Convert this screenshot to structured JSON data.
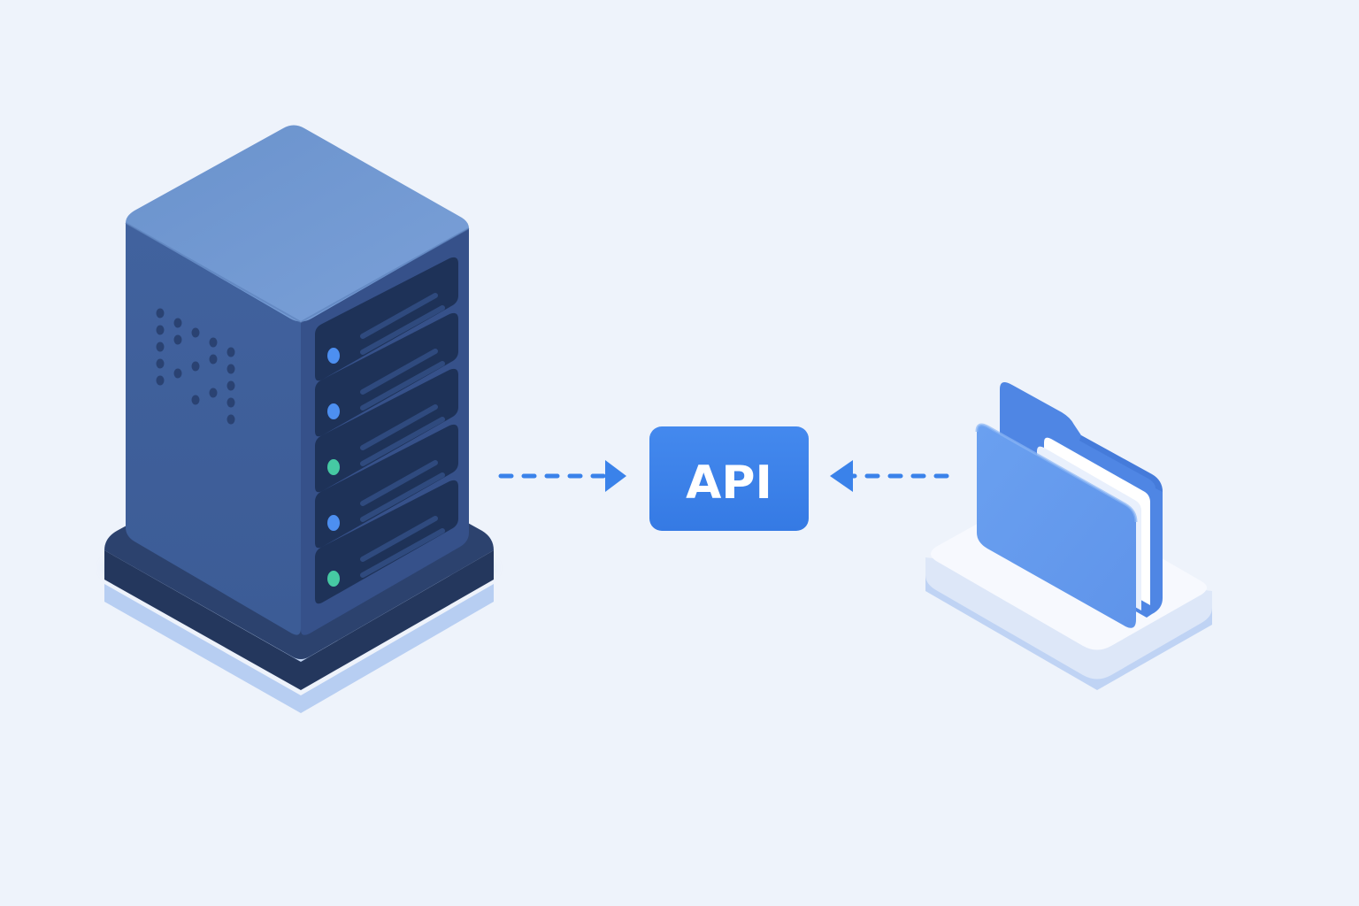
{
  "api_box": {
    "label": "API"
  },
  "palette": {
    "background": "#eef3fb",
    "server_top": "#6f98d0",
    "server_left": "#3f609c",
    "server_right": "#354f84",
    "server_drive_bay": "#1e3258",
    "base_dark": "#2a3f68",
    "base_glow": "#9ebcec",
    "led_blue": "#4d8ff0",
    "led_green": "#46c9a3",
    "api_fill": "#3a82ea",
    "arrow": "#3a82ea",
    "folder_front": "#6d9ff0",
    "folder_back": "#4f86e4",
    "tray": "#f6f8fd"
  },
  "diagram": {
    "nodes": [
      {
        "id": "server",
        "icon": "server-rack-icon",
        "drive_bays": 5,
        "led_colors": [
          "blue",
          "blue",
          "green",
          "blue",
          "green"
        ]
      },
      {
        "id": "api",
        "icon": "api-box"
      },
      {
        "id": "folder",
        "icon": "folder-icon"
      }
    ],
    "edges": [
      {
        "from": "server",
        "to": "api",
        "style": "dashed-arrow"
      },
      {
        "from": "folder",
        "to": "api",
        "style": "dashed-arrow"
      }
    ]
  }
}
